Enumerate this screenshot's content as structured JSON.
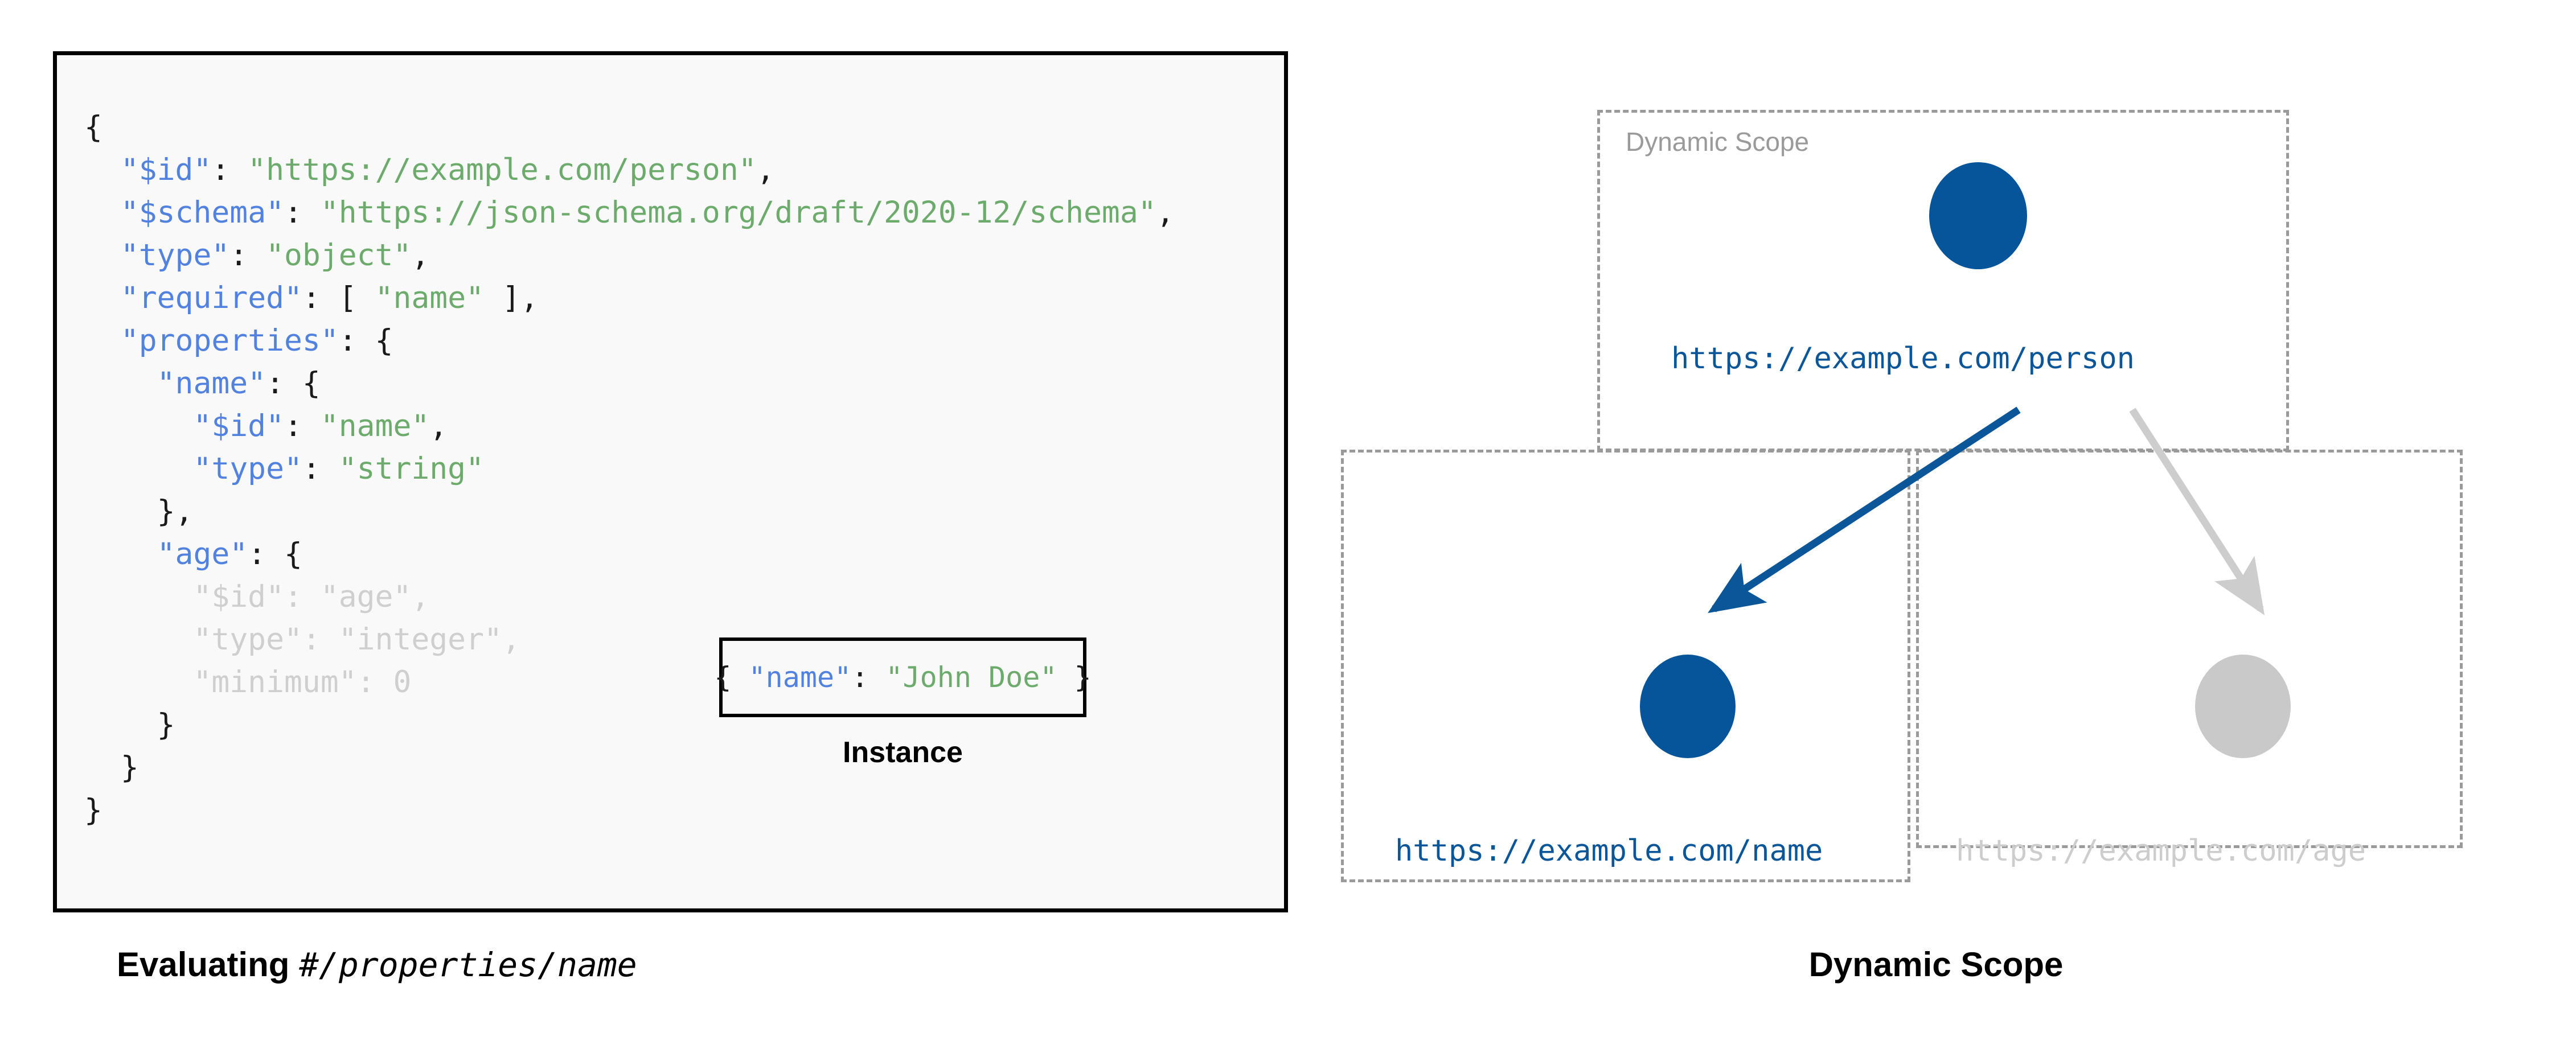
{
  "colors": {
    "node_active": "#06559b",
    "node_inactive": "#c9c9c9",
    "json_key": "#5282e0",
    "json_string": "#6cab6c",
    "dimmed": "#cfcfcf",
    "scope_border": "#9a9a9a",
    "panel_background": "#f9f9f9"
  },
  "left_panel": {
    "caption_prefix": "Evaluating ",
    "caption_pointer": "#/properties/name",
    "code_lines": [
      {
        "indent": 0,
        "dim": false,
        "tokens": [
          {
            "t": "{",
            "c": "p"
          }
        ]
      },
      {
        "indent": 1,
        "dim": false,
        "tokens": [
          {
            "t": "\"$id\"",
            "c": "k"
          },
          {
            "t": ": ",
            "c": "p"
          },
          {
            "t": "\"https://example.com/person\"",
            "c": "s"
          },
          {
            "t": ",",
            "c": "p"
          }
        ]
      },
      {
        "indent": 1,
        "dim": false,
        "tokens": [
          {
            "t": "\"$schema\"",
            "c": "k"
          },
          {
            "t": ": ",
            "c": "p"
          },
          {
            "t": "\"https://json-schema.org/draft/2020-12/schema\"",
            "c": "s"
          },
          {
            "t": ",",
            "c": "p"
          }
        ]
      },
      {
        "indent": 1,
        "dim": false,
        "tokens": [
          {
            "t": "\"type\"",
            "c": "k"
          },
          {
            "t": ": ",
            "c": "p"
          },
          {
            "t": "\"object\"",
            "c": "s"
          },
          {
            "t": ",",
            "c": "p"
          }
        ]
      },
      {
        "indent": 1,
        "dim": false,
        "tokens": [
          {
            "t": "\"required\"",
            "c": "k"
          },
          {
            "t": ": [ ",
            "c": "p"
          },
          {
            "t": "\"name\"",
            "c": "s"
          },
          {
            "t": " ],",
            "c": "p"
          }
        ]
      },
      {
        "indent": 1,
        "dim": false,
        "tokens": [
          {
            "t": "\"properties\"",
            "c": "k"
          },
          {
            "t": ": {",
            "c": "p"
          }
        ]
      },
      {
        "indent": 2,
        "dim": false,
        "tokens": [
          {
            "t": "\"name\"",
            "c": "k"
          },
          {
            "t": ": {",
            "c": "p"
          }
        ]
      },
      {
        "indent": 3,
        "dim": false,
        "tokens": [
          {
            "t": "\"$id\"",
            "c": "k"
          },
          {
            "t": ": ",
            "c": "p"
          },
          {
            "t": "\"name\"",
            "c": "s"
          },
          {
            "t": ",",
            "c": "p"
          }
        ]
      },
      {
        "indent": 3,
        "dim": false,
        "tokens": [
          {
            "t": "\"type\"",
            "c": "k"
          },
          {
            "t": ": ",
            "c": "p"
          },
          {
            "t": "\"string\"",
            "c": "s"
          }
        ]
      },
      {
        "indent": 2,
        "dim": false,
        "tokens": [
          {
            "t": "},",
            "c": "p"
          }
        ]
      },
      {
        "indent": 2,
        "dim": false,
        "tokens": [
          {
            "t": "\"age\"",
            "c": "k"
          },
          {
            "t": ": {",
            "c": "p"
          }
        ]
      },
      {
        "indent": 3,
        "dim": true,
        "tokens": [
          {
            "t": "\"$id\"",
            "c": "k"
          },
          {
            "t": ": ",
            "c": "p"
          },
          {
            "t": "\"age\"",
            "c": "s"
          },
          {
            "t": ",",
            "c": "p"
          }
        ]
      },
      {
        "indent": 3,
        "dim": true,
        "tokens": [
          {
            "t": "\"type\"",
            "c": "k"
          },
          {
            "t": ": ",
            "c": "p"
          },
          {
            "t": "\"integer\"",
            "c": "s"
          },
          {
            "t": ",",
            "c": "p"
          }
        ]
      },
      {
        "indent": 3,
        "dim": true,
        "tokens": [
          {
            "t": "\"minimum\"",
            "c": "k"
          },
          {
            "t": ": 0",
            "c": "p"
          }
        ]
      },
      {
        "indent": 2,
        "dim": false,
        "tokens": [
          {
            "t": "}",
            "c": "p"
          }
        ]
      },
      {
        "indent": 1,
        "dim": false,
        "tokens": [
          {
            "t": "}",
            "c": "p"
          }
        ]
      },
      {
        "indent": 0,
        "dim": false,
        "tokens": [
          {
            "t": "}",
            "c": "p"
          }
        ]
      }
    ],
    "instance": {
      "caption": "Instance",
      "tokens": [
        {
          "t": "{ ",
          "c": "p"
        },
        {
          "t": "\"name\"",
          "c": "k"
        },
        {
          "t": ": ",
          "c": "p"
        },
        {
          "t": "\"John Doe\"",
          "c": "s"
        },
        {
          "t": " }",
          "c": "p"
        }
      ]
    }
  },
  "right_panel": {
    "caption": "Dynamic Scope",
    "scope_label": "Dynamic Scope",
    "nodes": [
      {
        "id": "person",
        "label": "https://example.com/person",
        "state": "active"
      },
      {
        "id": "name",
        "label": "https://example.com/name",
        "state": "active"
      },
      {
        "id": "age",
        "label": "https://example.com/age",
        "state": "inactive"
      }
    ],
    "edges": [
      {
        "from": "person",
        "to": "name",
        "state": "active"
      },
      {
        "from": "person",
        "to": "age",
        "state": "inactive"
      }
    ]
  }
}
